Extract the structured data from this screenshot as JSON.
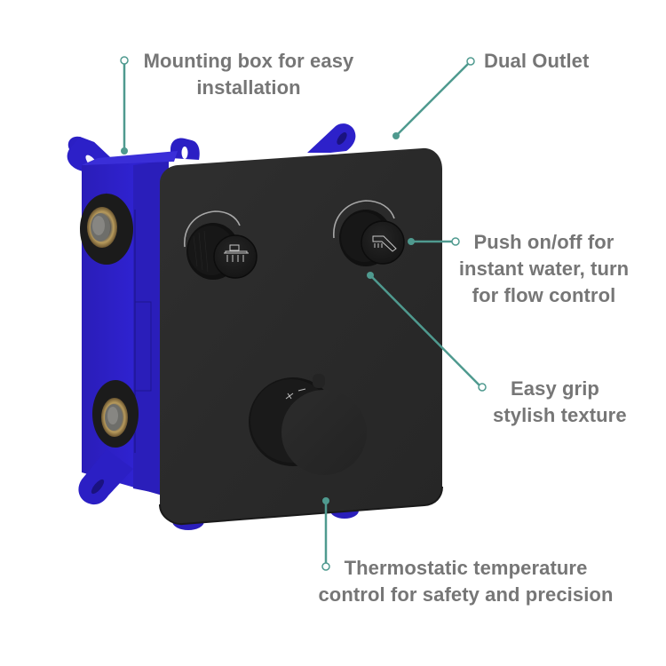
{
  "colors": {
    "callout_line": "#4f9a8f",
    "callout_text": "#767676",
    "box_blue": "#2b1fc4",
    "plate_black": "#2b2b2b",
    "background": "#ffffff"
  },
  "product": {
    "name": "Concealed thermostatic shower valve with mounting box",
    "controls": [
      {
        "id": "left-knob",
        "icon": "shower-head-icon",
        "function": "overhead shower outlet"
      },
      {
        "id": "right-knob",
        "icon": "bath-spout-icon",
        "function": "spout / handheld outlet"
      },
      {
        "id": "thermostat-dial",
        "icon": "temperature-dial",
        "function": "thermostatic temperature"
      }
    ]
  },
  "callouts": [
    {
      "id": "mounting",
      "lines": [
        "Mounting box for easy",
        "installation"
      ]
    },
    {
      "id": "dual",
      "lines": [
        "Dual Outlet"
      ]
    },
    {
      "id": "push",
      "lines": [
        "Push on/off for",
        "instant water, turn",
        "for flow control"
      ]
    },
    {
      "id": "grip",
      "lines": [
        "Easy grip",
        "stylish texture"
      ]
    },
    {
      "id": "thermo",
      "lines": [
        "Thermostatic temperature",
        "control for safety and precision"
      ]
    }
  ]
}
